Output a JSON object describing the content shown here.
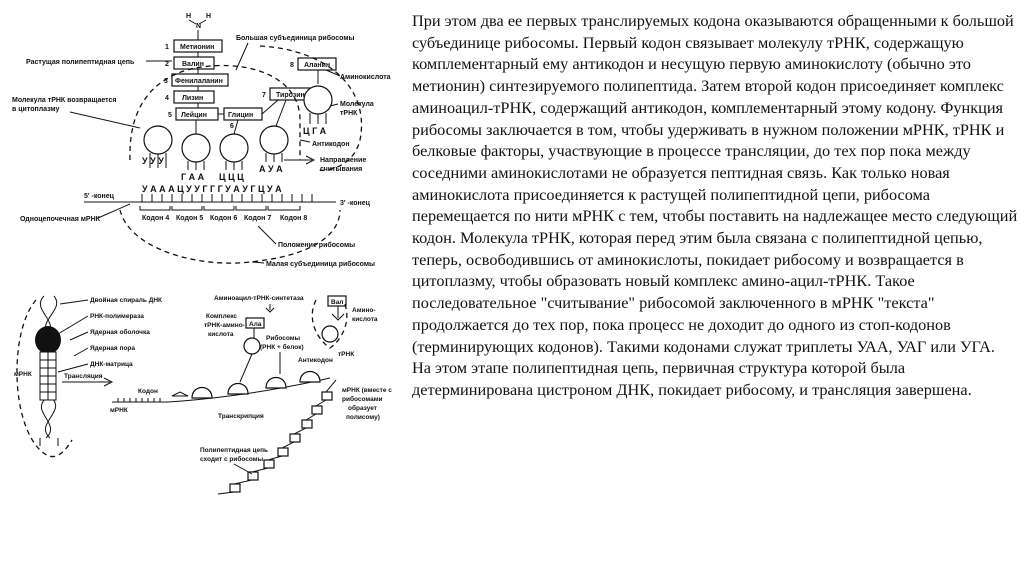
{
  "paragraph": "При этом два ее первых транслируемых кодона оказываются обращенными к большой субъединице рибосомы. Первый кодон связывает молекулу тРНК, содержащую комплементарный ему антикодон и несущую первую аминокислоту (обычно это метионин) синтезируемого полипептида. Затем второй кодон присоединяет комплекс аминоацил-тРНК, содержащий антикодон, комплементарный этому кодону. Функция рибосомы заключается в том, чтобы удерживать в нужном положении мРНК, тРНК и белковые факторы, участвующие в процессе трансляции, до тех пор пока между соседними аминокислотами не образуется пептидная связь. Как только новая аминокислота присоединяется к растущей полипептидной цепи, рибосома перемещается по нити мРНК с тем, чтобы поставить на надлежащее место следующий кодон. Молекула тРНК, которая перед этим была связана с полипептидной цепью, теперь, освободившись от аминокислоты, покидает рибосому и возвращается в цитоплазму, чтобы образовать новый комплекс амино-ацил-тРНК. Такое последовательное \"считывание\" рибосомой заключенного в мРНК \"текста\" продолжается до тех пор, пока процесс не доходит до одного из стоп-кодонов (терминирующих кодонов). Такими кодонами служат триплеты УАА, УАГ или УГА. На этом этапе полипептидная цепь, первичная структура которой была детерминирована цистроном ДНК, покидает рибосому, и трансляция завершена.",
  "diagram_top": {
    "n_terminus": "H",
    "chain": [
      "Метионин",
      "Валин",
      "Фенилаланин",
      "Лизин",
      "Лейцин",
      "Глицин"
    ],
    "chain_numbers": [
      "1",
      "2",
      "3",
      "4",
      "5",
      "6"
    ],
    "tyrosine": "Тирозин",
    "tyrosine_number": "7",
    "alanine": "Аланин",
    "alanine_number": "8",
    "labels": {
      "large_subunit": "Большая субъединица рибосомы",
      "growing_chain": "Растущая полипептидная цепь",
      "amino_acid": "Аминокислота",
      "trna_returns_1": "Молекула тРНК возвращается",
      "trna_returns_2": "в цитоплазму",
      "trna_1": "Молекула",
      "trna_2": "тРНК",
      "anticodon": "Антикодон",
      "direction_1": "Направление",
      "direction_2": "считывания",
      "five_end": "5' -конец",
      "three_end": "3' -конец",
      "single_mrna": "Одноцепочечная мРНК",
      "ribosome_position": "Положение рибосомы",
      "small_subunit": "Малая субъединица рибосомы"
    },
    "anticodons": [
      "У У У",
      "Г А А",
      "Ц Ц Ц",
      "А У А",
      "Ц Г А"
    ],
    "mrna": "У А А А Ц У У Г Г Г У А У Г Ц У А",
    "codons": [
      "Кодон 4",
      "Кодон 5",
      "Кодон 6",
      "Кодон 7",
      "Кодон 8"
    ]
  },
  "diagram_bottom": {
    "labels": {
      "dna_helix": "Двойная спираль ДНК",
      "rna_polymerase": "РНК-полимераза",
      "nuclear_envelope": "Ядерная оболочка",
      "nuclear_pore": "Ядерная пора",
      "dna_template": "ДНК-матрица",
      "mrna_left": "мРНК",
      "translation": "Трансляция",
      "mrna_mid": "мРНК",
      "codon": "Кодон",
      "synthetase": "Аминоацил-тРНК-синтетаза",
      "complex_1": "Комплекс",
      "complex_2": "тРНК-амино-",
      "complex_3": "кислота",
      "ala": "Ала",
      "val": "Вал",
      "aminoacid_1": "Амино-",
      "aminoacid_2": "кислота",
      "trna": "тРНК",
      "ribosomes_1": "Рибосомы",
      "ribosomes_2": "(РНК + белок)",
      "anticodon": "Антикодон",
      "transcription": "Транскрипция",
      "polysome_1": "мРНК (вместе с",
      "polysome_2": "рибосомами",
      "polysome_3": "образует",
      "polysome_4": "полисому)",
      "leaves_1": "Полипептидная цепь",
      "leaves_2": "сходит с рибосомы"
    }
  }
}
